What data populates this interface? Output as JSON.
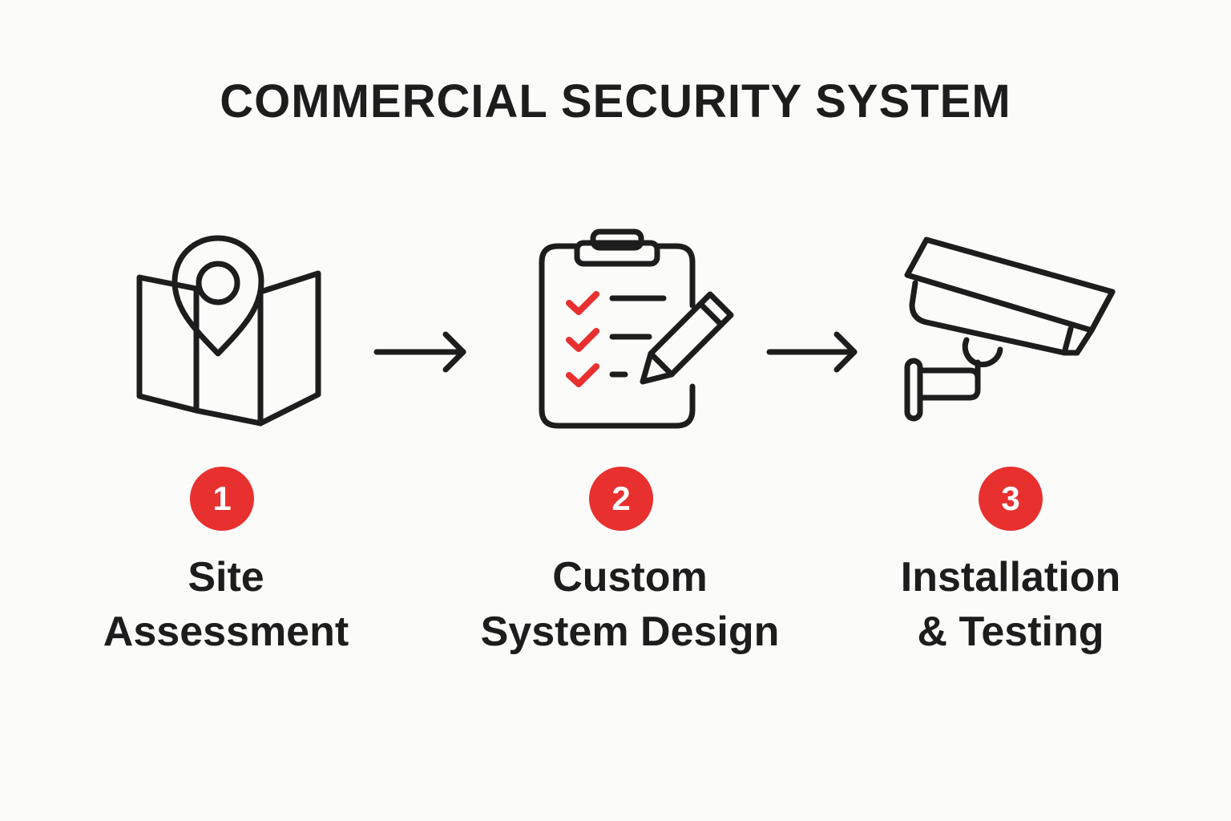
{
  "title": "COMMERCIAL SECURITY SYSTEM",
  "colors": {
    "background": "#fbfbf9",
    "ink": "#1d1d1d",
    "accent": "#e8302f"
  },
  "steps": [
    {
      "number": "1",
      "label_lines": [
        "Site",
        "Assessment"
      ],
      "icon": "folded-map-with-location-pin-icon"
    },
    {
      "number": "2",
      "label_lines": [
        "Custom",
        "System Design"
      ],
      "icon": "clipboard-checklist-with-pencil-icon"
    },
    {
      "number": "3",
      "label_lines": [
        "Installation",
        "& Testing"
      ],
      "icon": "security-camera-icon"
    }
  ],
  "connectors": [
    "arrow-right-icon",
    "arrow-right-icon"
  ]
}
